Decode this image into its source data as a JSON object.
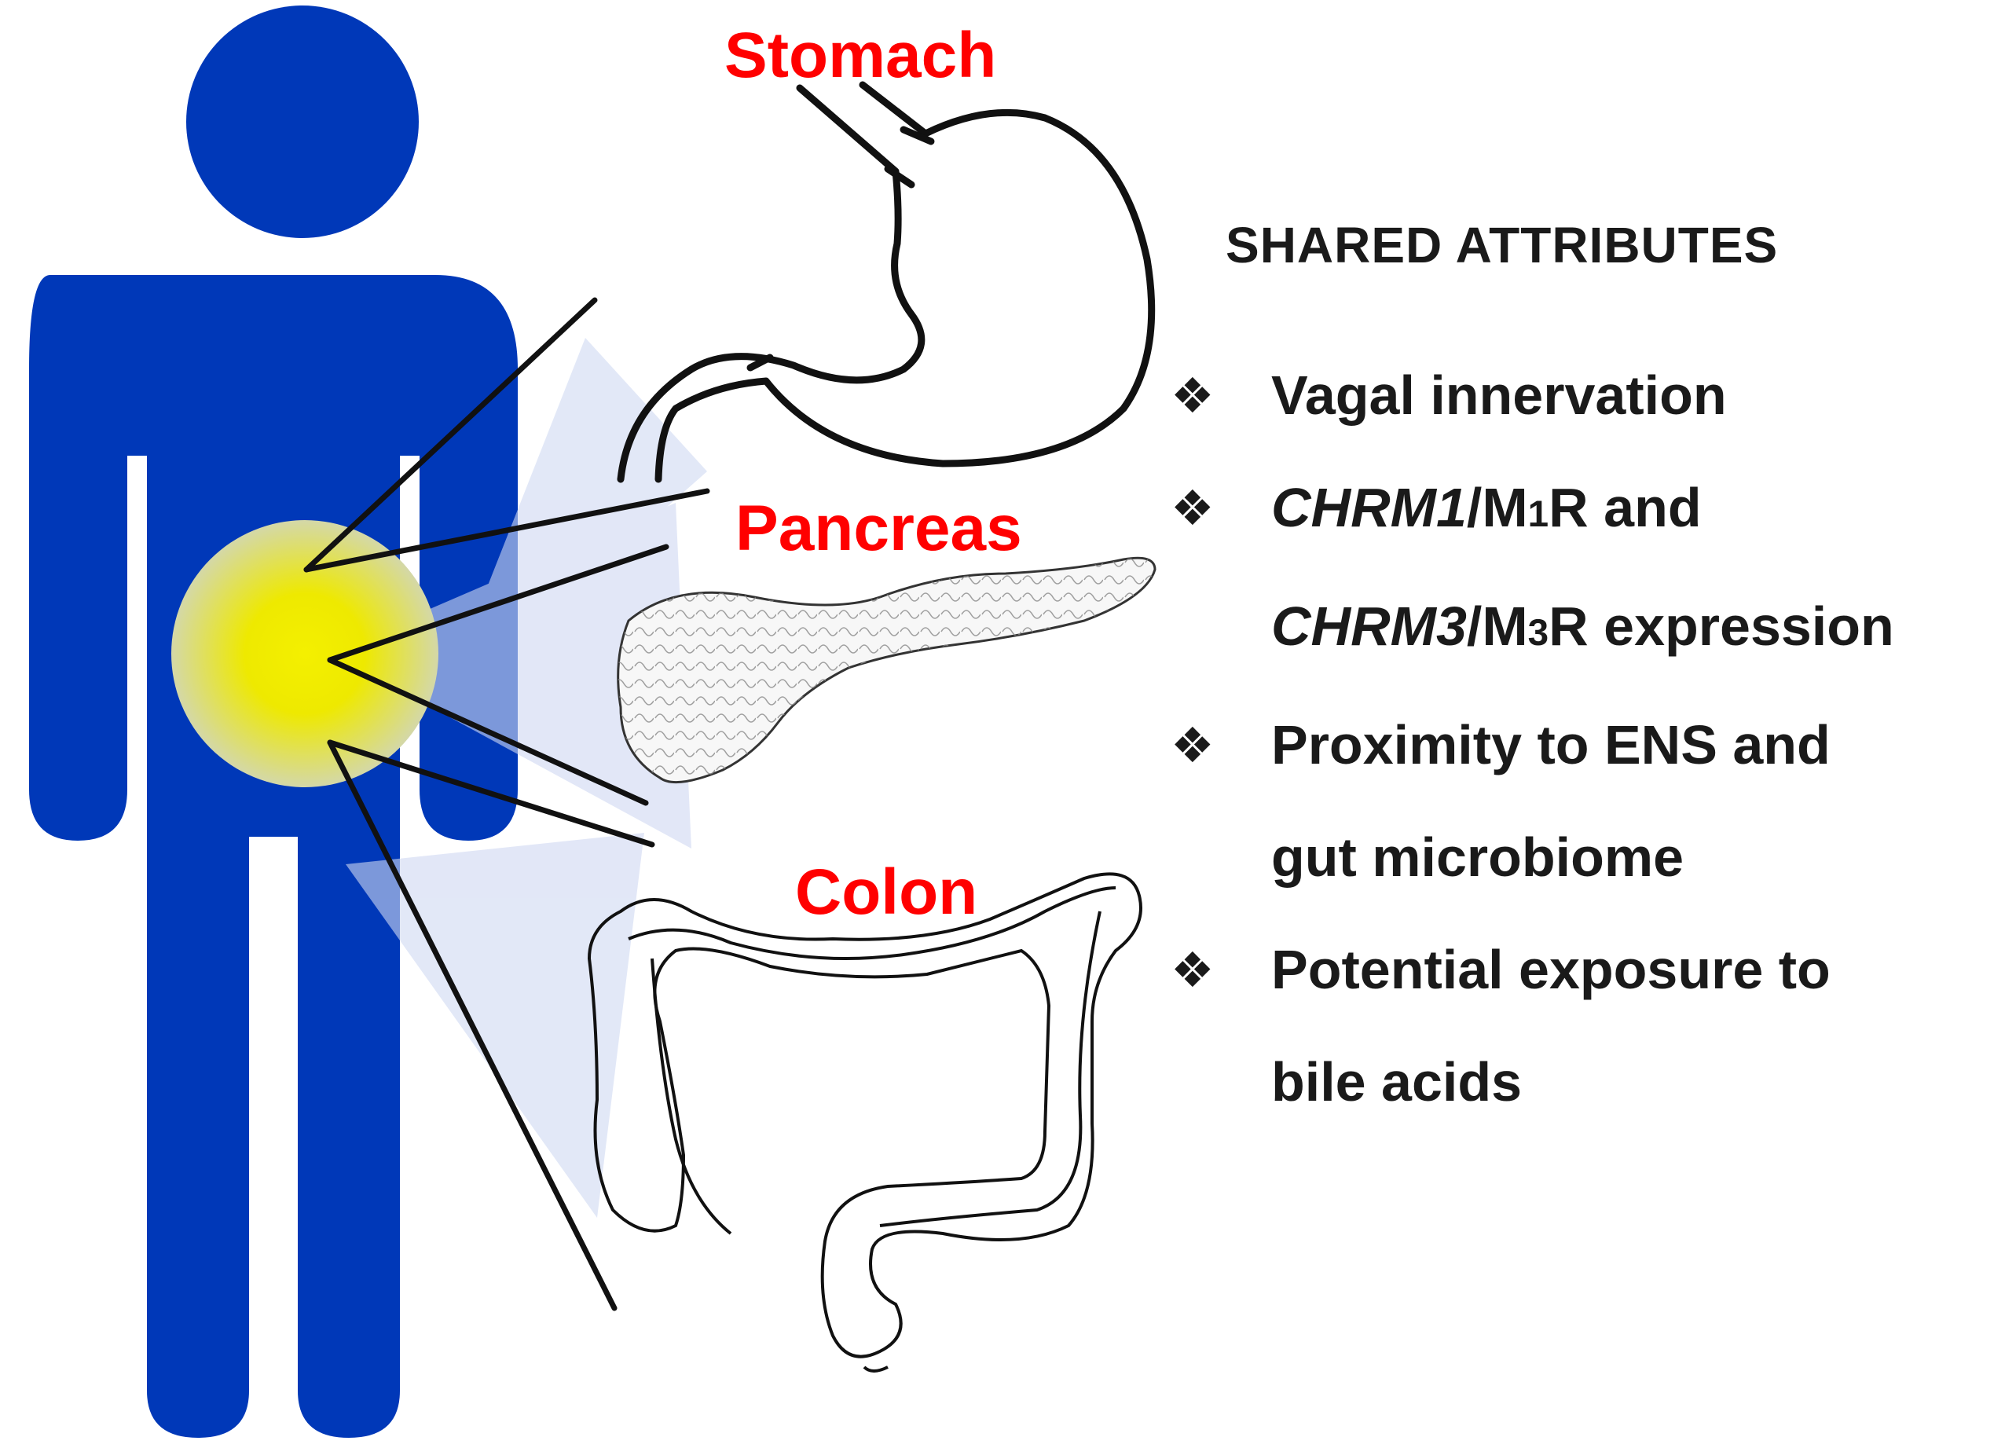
{
  "labels": {
    "stomach": "Stomach",
    "pancreas": "Pancreas",
    "colon": "Colon"
  },
  "shared_attributes": {
    "heading": "SHARED ATTRIBUTES",
    "items": {
      "vagal": {
        "text": "Vagal innervation"
      },
      "receptors": {
        "gene1": "CHRM1",
        "sep1": "/M",
        "sub1": "1",
        "rest1": "R and",
        "gene3": "CHRM3",
        "sep3": "/M",
        "sub3": "3",
        "rest3": "R expression"
      },
      "proximity": {
        "line1": "Proximity to ENS and",
        "line2": "gut microbiome"
      },
      "bile": {
        "line1": "Potential exposure to",
        "line2": "bile acids"
      }
    }
  },
  "colors": {
    "figure_blue": "#0038b8",
    "highlight_yellow": "#f2ee00",
    "label_red": "#ff0000",
    "outline": "#111111",
    "callout_wedge": "#cfd8f2"
  },
  "icons": {
    "bullet": "diamond-bullet-icon"
  }
}
